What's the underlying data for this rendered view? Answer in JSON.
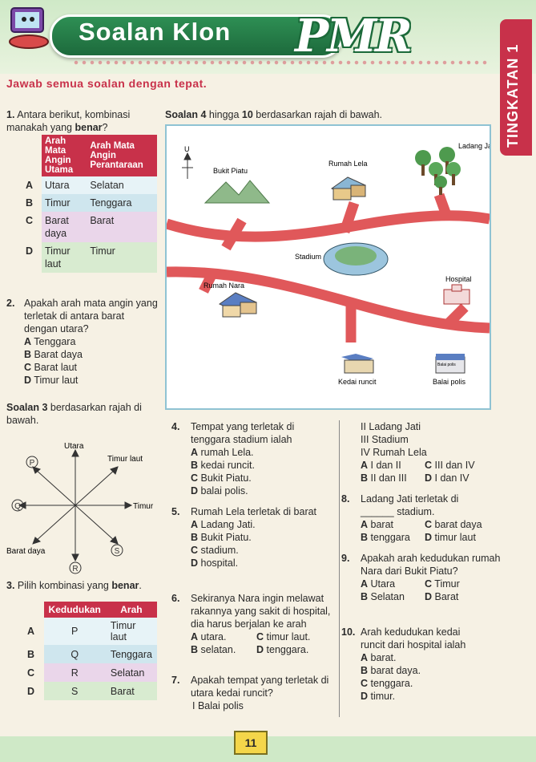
{
  "header": {
    "title": "Soalan Klon",
    "badge": "PMR",
    "side_tab": "TINGKATAN 1",
    "instruction": "Jawab semua soalan dengan tepat."
  },
  "q1": {
    "num": "1.",
    "text_a": "Antara berikut, kombinasi manakah yang ",
    "bold": "benar",
    "text_b": "?",
    "col1": "Arah Mata Angin Utama",
    "col2": "Arah Mata Angin Perantaraan",
    "rows": [
      {
        "label": "A",
        "c1": "Utara",
        "c2": "Selatan"
      },
      {
        "label": "B",
        "c1": "Timur",
        "c2": "Tenggara"
      },
      {
        "label": "C",
        "c1": "Barat daya",
        "c2": "Barat"
      },
      {
        "label": "D",
        "c1": "Timur laut",
        "c2": "Timur"
      }
    ]
  },
  "q2": {
    "num": "2.",
    "text": "Apakah arah mata angin yang terletak di antara barat dengan utara?",
    "options": [
      {
        "label": "A",
        "text": "Tenggara"
      },
      {
        "label": "B",
        "text": "Barat daya"
      },
      {
        "label": "C",
        "text": "Barat laut"
      },
      {
        "label": "D",
        "text": "Timur laut"
      }
    ]
  },
  "soalan3_intro": {
    "bold": "Soalan 3",
    "text": " berdasarkan rajah di bawah."
  },
  "compass": {
    "utara": "Utara",
    "timur_laut": "Timur laut",
    "timur": "Timur",
    "barat_daya": "Barat daya",
    "p": "P",
    "q": "Q",
    "r": "R",
    "s": "S"
  },
  "q3": {
    "num": "3.",
    "text_a": "Pilih kombinasi yang ",
    "bold": "benar",
    "text_b": ".",
    "col1": "Kedudukan",
    "col2": "Arah",
    "rows": [
      {
        "label": "A",
        "c1": "P",
        "c2": "Timur laut"
      },
      {
        "label": "B",
        "c1": "Q",
        "c2": "Tenggara"
      },
      {
        "label": "C",
        "c1": "R",
        "c2": "Selatan"
      },
      {
        "label": "D",
        "c1": "S",
        "c2": "Barat"
      }
    ]
  },
  "soalan4_intro": {
    "bold1": "Soalan 4",
    "mid": " hingga ",
    "bold2": "10",
    "text": " berdasarkan rajah di bawah."
  },
  "map": {
    "north": "U",
    "bukit_piatu": "Bukit Piatu",
    "rumah_lela": "Rumah Lela",
    "ladang_jati": "Ladang Jati",
    "stadium": "Stadium",
    "rumah_nara": "Rumah Nara",
    "hospital": "Hospital",
    "kedai_runcit": "Kedai runcit",
    "balai_polis": "Balai polis",
    "balai_sign": "Balai polis"
  },
  "q4": {
    "num": "4.",
    "text": "Tempat yang terletak di tenggara stadium ialah",
    "options": [
      {
        "label": "A",
        "text": "rumah Lela."
      },
      {
        "label": "B",
        "text": "kedai runcit."
      },
      {
        "label": "C",
        "text": "Bukit Piatu."
      },
      {
        "label": "D",
        "text": "balai polis."
      }
    ]
  },
  "q5": {
    "num": "5.",
    "text": "Rumah Lela terletak di barat",
    "options": [
      {
        "label": "A",
        "text": "Ladang Jati."
      },
      {
        "label": "B",
        "text": "Bukit Piatu."
      },
      {
        "label": "C",
        "text": "stadium."
      },
      {
        "label": "D",
        "text": "hospital."
      }
    ]
  },
  "q6": {
    "num": "6.",
    "text": "Sekiranya Nara ingin melawat rakannya yang sakit di hospital, dia harus berjalan ke arah",
    "options": [
      {
        "label": "A",
        "text": "utara."
      },
      {
        "label": "C",
        "text": "timur laut."
      },
      {
        "label": "B",
        "text": "selatan."
      },
      {
        "label": "D",
        "text": "tenggara."
      }
    ]
  },
  "q7": {
    "num": "7.",
    "text": "Apakah tempat yang terletak di utara kedai runcit?",
    "items": [
      "I Balai polis",
      "II Ladang Jati",
      "III Stadium",
      "IV Rumah Lela"
    ],
    "options": [
      {
        "label": "A",
        "text": "I dan II"
      },
      {
        "label": "C",
        "text": "III dan IV"
      },
      {
        "label": "B",
        "text": "II dan III"
      },
      {
        "label": "D",
        "text": "I dan IV"
      }
    ]
  },
  "q8": {
    "num": "8.",
    "text_a": "Ladang Jati terletak di",
    "blank": "______",
    "text_b": " stadium.",
    "options": [
      {
        "label": "A",
        "text": "barat"
      },
      {
        "label": "C",
        "text": "barat daya"
      },
      {
        "label": "B",
        "text": "tenggara"
      },
      {
        "label": "D",
        "text": "timur laut"
      }
    ]
  },
  "q9": {
    "num": "9.",
    "text": "Apakah arah kedudukan rumah Nara dari Bukit Piatu?",
    "options": [
      {
        "label": "A",
        "text": "Utara"
      },
      {
        "label": "C",
        "text": "Timur"
      },
      {
        "label": "B",
        "text": "Selatan"
      },
      {
        "label": "D",
        "text": "Barat"
      }
    ]
  },
  "q10": {
    "num": "10.",
    "text": "Arah kedudukan kedai runcit dari hospital ialah",
    "options": [
      {
        "label": "A",
        "text": "barat."
      },
      {
        "label": "B",
        "text": "barat daya."
      },
      {
        "label": "C",
        "text": "tenggara."
      },
      {
        "label": "D",
        "text": "timur."
      }
    ]
  },
  "footer": {
    "page": "11"
  },
  "colors": {
    "accent": "#c8314a",
    "road": "#e0585a",
    "header_green": "#1d6a3c"
  }
}
